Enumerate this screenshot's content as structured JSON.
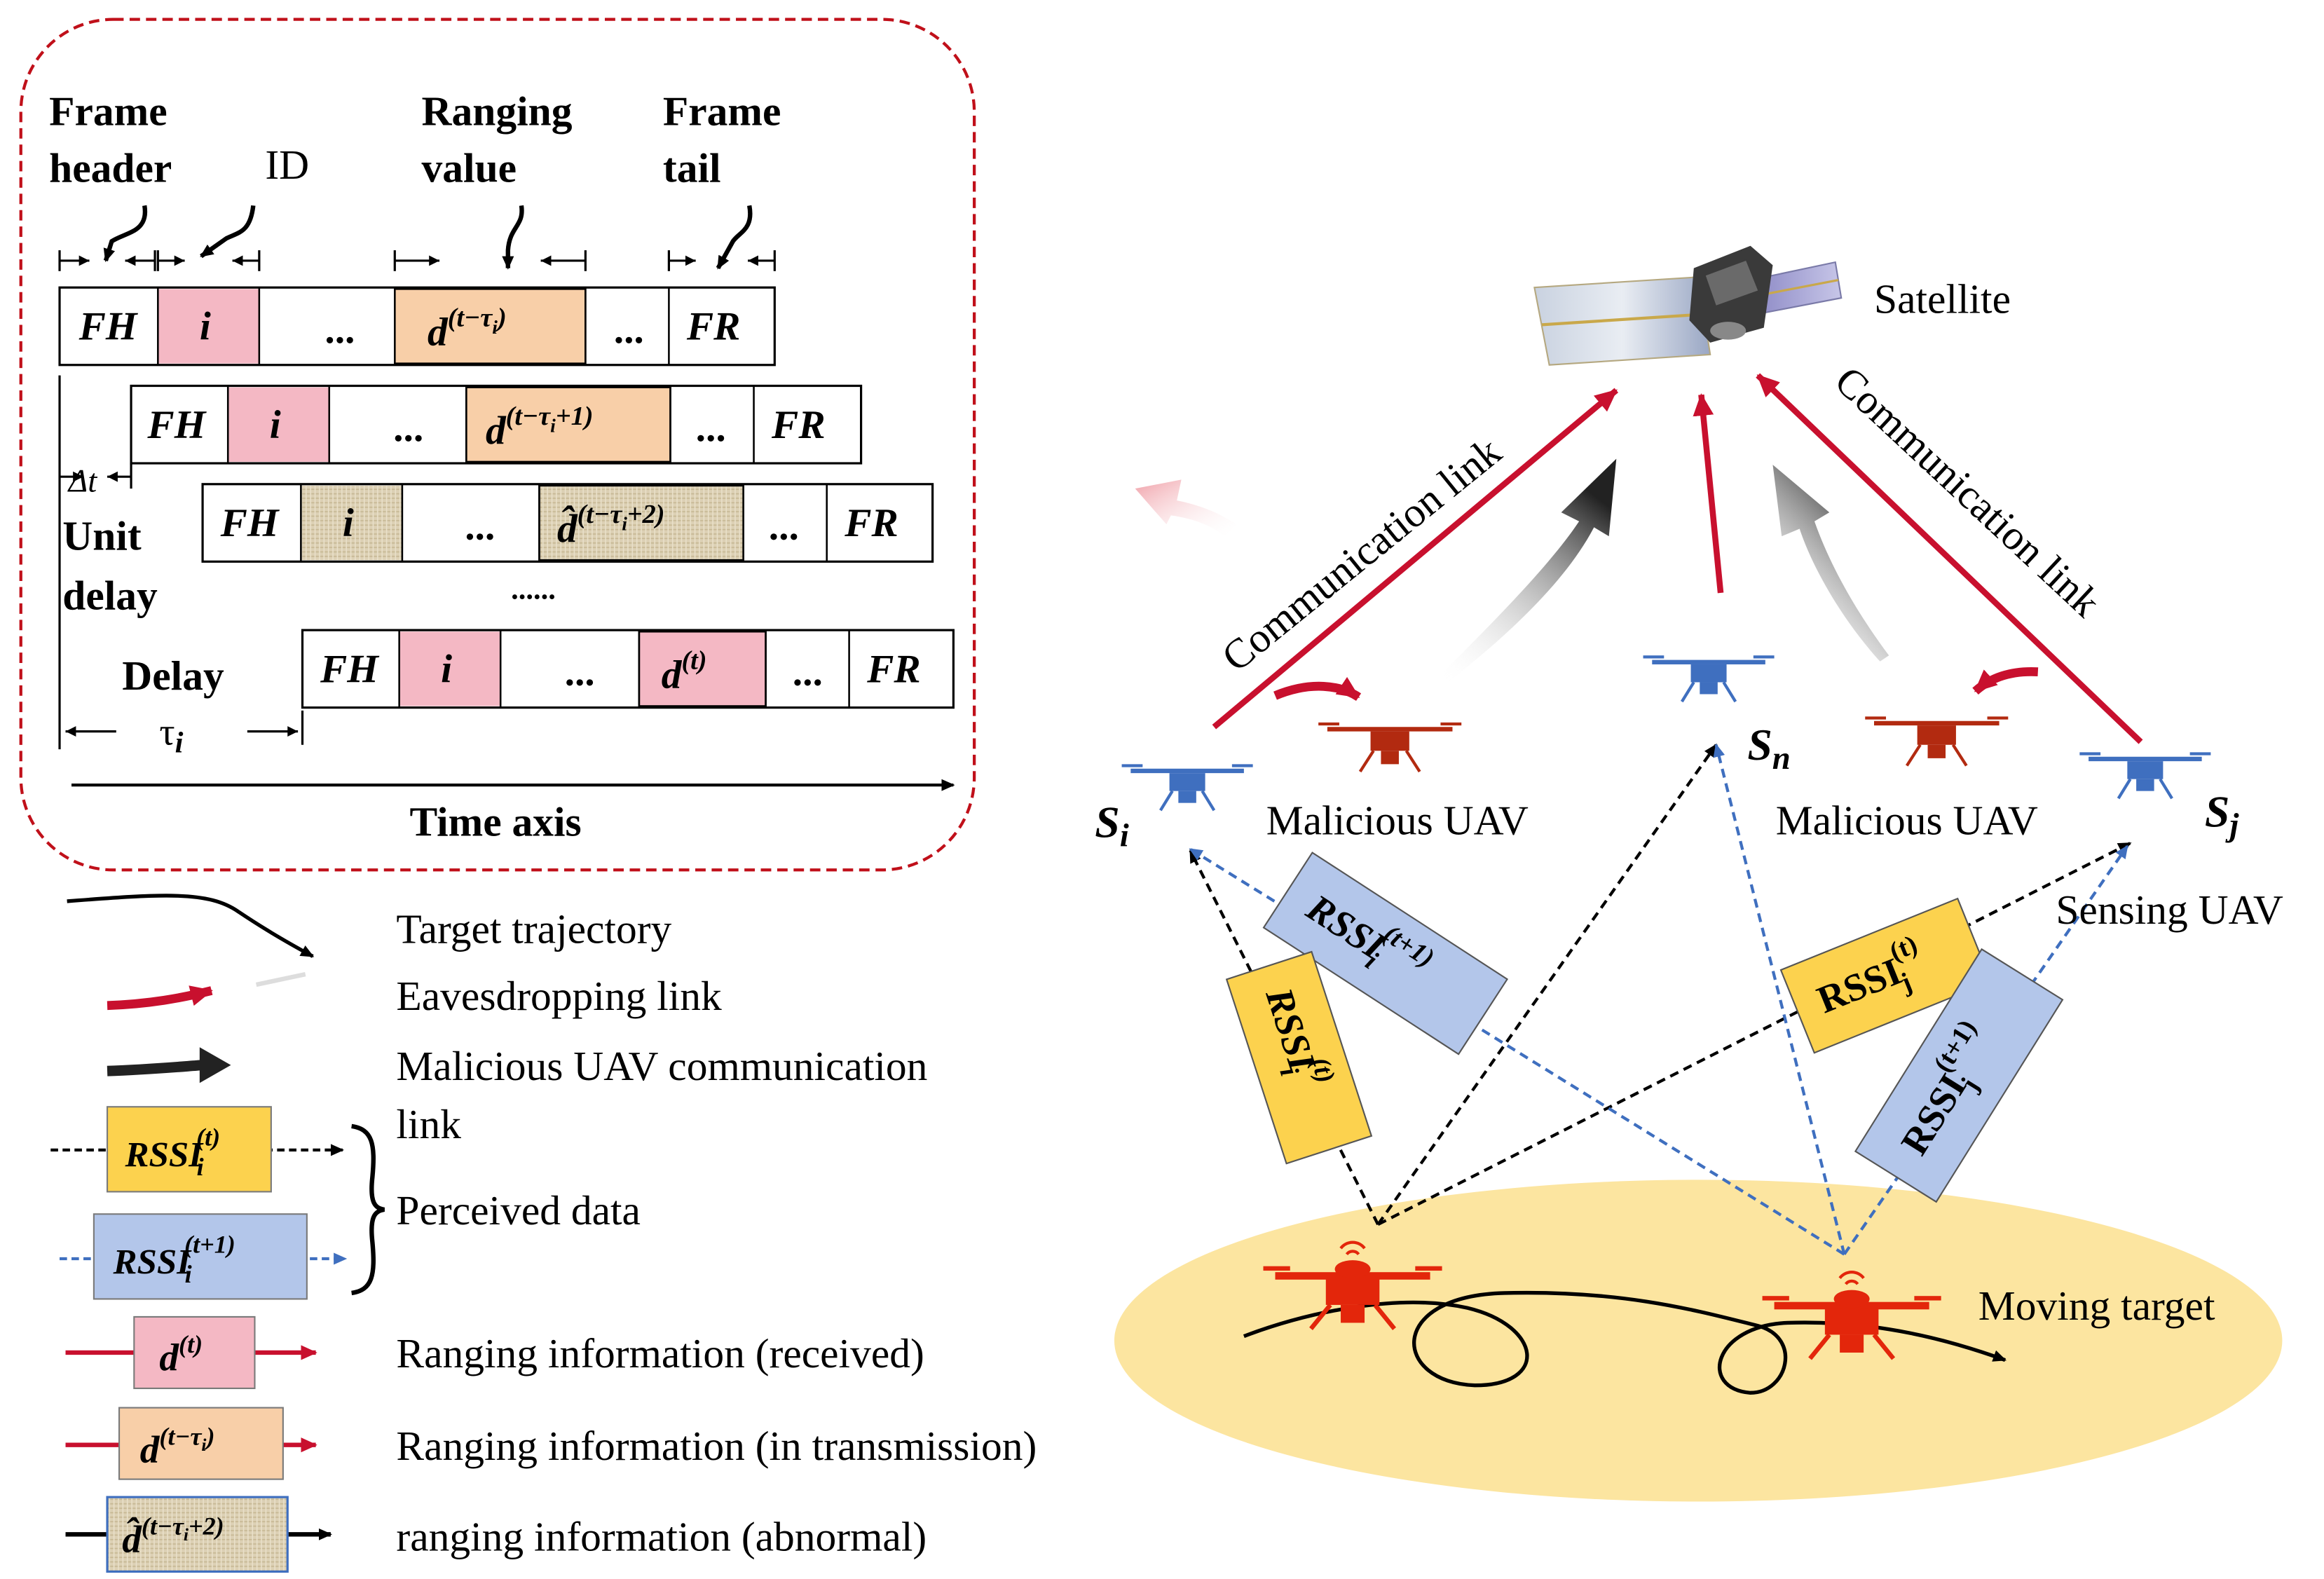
{
  "frame": {
    "labels": {
      "frame_header_1": "Frame",
      "frame_header_2": "header",
      "id": "ID",
      "ranging_1": "Ranging",
      "ranging_2": "value",
      "frame_tail_1": "Frame",
      "frame_tail_2": "tail",
      "delta_t": "Δt",
      "unit_delay_1": "Unit",
      "unit_delay_2": "delay",
      "delay": "Delay",
      "tau": "τ",
      "tau_sub": "i",
      "dots_row": "......",
      "time_axis": "Time axis"
    },
    "cells": {
      "fh": "FH",
      "i": "i",
      "ellipsis": "...",
      "fr": "FR",
      "d": "d",
      "d_hat": "d̂",
      "sup_r1": "(t−τ",
      "sup_r1_sub": "i",
      "sup_r1_end": ")",
      "sup_r2": "(t−τ",
      "sup_r2_sub": "i",
      "sup_r2_end": "+1)",
      "sup_r3": "(t−τ",
      "sup_r3_sub": "i",
      "sup_r3_end": "+2)",
      "sup_r4": "(t)"
    }
  },
  "legend": {
    "target_trajectory": "Target trajectory",
    "eavesdropping_link": "Eavesdropping link",
    "malicious_comm_1": "Malicious UAV communication",
    "malicious_comm_2": "link",
    "perceived_data": "Perceived data",
    "ranging_received": "Ranging information (received)",
    "ranging_transmission": "Ranging information (in transmission)",
    "ranging_abnormal": "ranging information (abnormal)",
    "rssi": "RSSI",
    "rssi_sub": "i",
    "rssi_sup_t": "(t)",
    "rssi_sup_t1": "(t+1)",
    "d": "d",
    "d_hat": "d̂",
    "d_sup_t": "(t)",
    "d_sup_tau": "(t−τ",
    "d_sup_tau_sub": "i",
    "d_sup_tau_end": ")",
    "d_sup_tau2": "(t−τ",
    "d_sup_tau2_sub": "i",
    "d_sup_tau2_end": "+2)"
  },
  "scene": {
    "satellite": "Satellite",
    "comm_link_left": "Communication link",
    "comm_link_right": "Communication link",
    "s_i": "S",
    "s_i_sub": "i",
    "s_n": "S",
    "s_n_sub": "n",
    "s_j": "S",
    "s_j_sub": "j",
    "malicious_left": "Malicious UAV",
    "malicious_right": "Malicious UAV",
    "sensing_uav": "Sensing UAV",
    "moving_target": "Moving target",
    "rssi": "RSSI",
    "sub_i": "i",
    "sub_j": "j",
    "sup_t": "(t)",
    "sup_t1": "(t+1)"
  },
  "colors": {
    "pink": "#f4b8c4",
    "peach": "#f8cfa8",
    "yellow": "#fcd24e",
    "blue": "#b3c6ea",
    "red": "#c8102e",
    "dashed_frame": "#c0101a",
    "uav_blue": "#3f6fbf",
    "uav_red": "#b22a10",
    "target_red": "#e3260b",
    "ellipse": "#fce5a0"
  }
}
